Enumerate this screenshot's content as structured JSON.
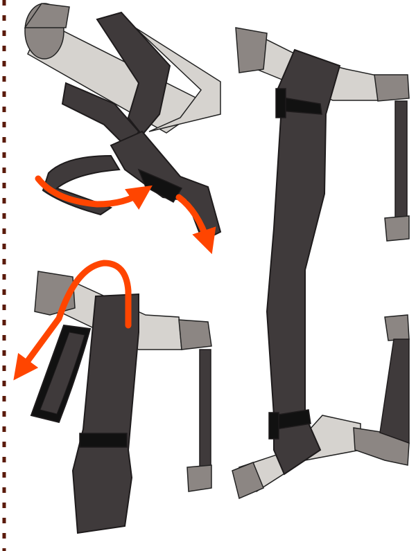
{
  "colors": {
    "background": "#ffffff",
    "strap_dark": "#3f3a3b",
    "strap_edge": "#1e1b1c",
    "strap_shadow": "#2a2627",
    "buckle_black": "#111111",
    "tube_light": "#d6d3cf",
    "tube_end": "#8c8683",
    "tube_end_dark": "#6f6a67",
    "arrow": "#ff4500",
    "dash": "#5a1a0a"
  },
  "icons": {
    "left_border": "dashed-cut-line",
    "step_top": "strap-loop-pull-arrows",
    "step_bottom": "strap-flip-arrow",
    "step_right": "strap-fitted-frame"
  }
}
